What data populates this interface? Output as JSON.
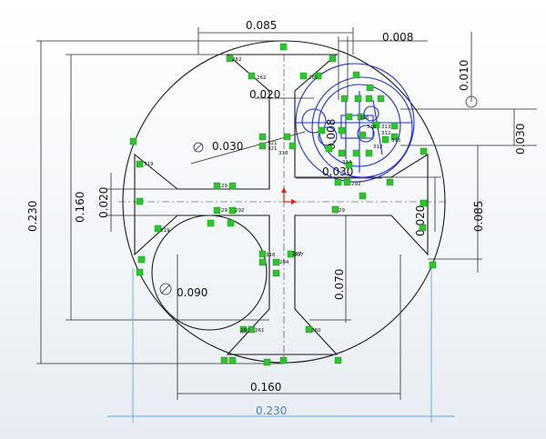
{
  "dimensions": {
    "top_width": "0.085",
    "top_offset": "0.008",
    "top_dia": "0.010",
    "right_030": "0.030",
    "left_230": "0.230",
    "left_160": "0.160",
    "left_020": "0.020",
    "inner_020_top": "0.020",
    "dia_030_label": "0.030",
    "mid_030": "0.030",
    "right_020": "0.020",
    "right_085": "0.085",
    "center_070": "0.070",
    "dia_090_label": "0.090",
    "bottom_160": "0.160",
    "bottom_230": "0.230",
    "blue_008": "0.008"
  },
  "relations": [
    "262",
    "262",
    "261",
    "297",
    "321",
    "316",
    "318",
    "316",
    "315",
    "313",
    "312",
    "319",
    "29",
    "292",
    "29",
    "292",
    "29",
    "297",
    "294",
    "318",
    "260",
    "261",
    "260",
    "314",
    "312",
    "321",
    "219"
  ],
  "colors": {
    "geometry": "#1a1a1a",
    "construction": "#1f2fd6",
    "driven": "#5aa7e6",
    "relation": "#2ec52e"
  }
}
